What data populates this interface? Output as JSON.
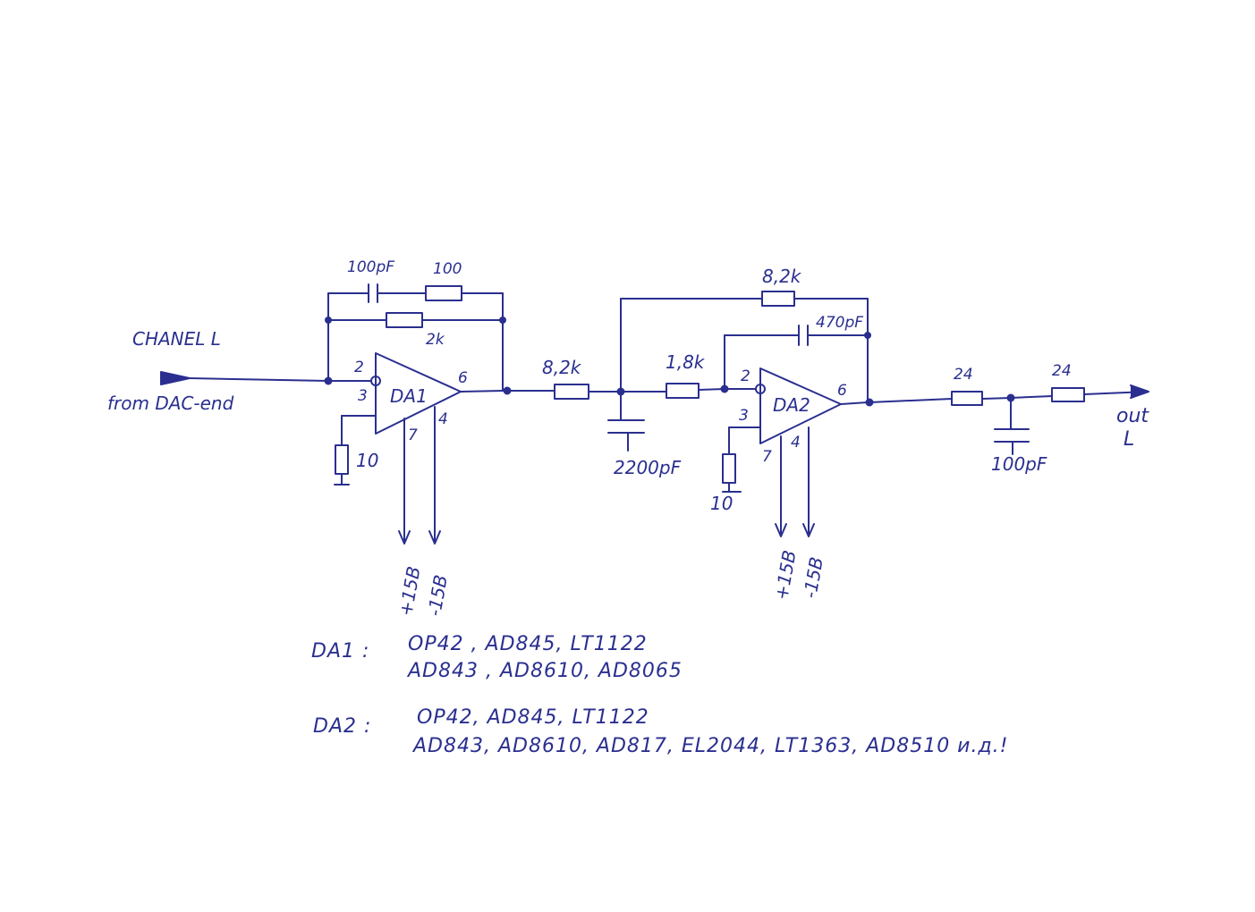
{
  "input": {
    "channel_label": "CHANEL L",
    "source_label": "from DAC-end"
  },
  "output": {
    "label_line1": "out",
    "label_line2": "L"
  },
  "stage1": {
    "opamp": "DA1",
    "pin_inv": "2",
    "pin_noninv": "3",
    "pin_out": "6",
    "pin_vplus": "7",
    "pin_vminus": "4",
    "feedback_cap": "100pF",
    "feedback_res_series": "100",
    "feedback_res": "2k",
    "ground_res": "10",
    "supply_plus": "+15B",
    "supply_minus": "-15B"
  },
  "interstage": {
    "series_res": "8,2k",
    "shunt_cap": "2200pF"
  },
  "stage2": {
    "opamp": "DA2",
    "pin_inv": "2",
    "pin_noninv": "3",
    "pin_out": "6",
    "pin_vplus": "7",
    "pin_vminus": "4",
    "input_res": "1,8k",
    "feedback_res": "8,2k",
    "feedback_cap": "470pF",
    "ground_res": "10",
    "supply_plus": "+15B",
    "supply_minus": "-15B"
  },
  "output_filter": {
    "res1": "24",
    "res2": "24",
    "cap": "100pF"
  },
  "notes": {
    "da1_label": "DA1 :",
    "da1_line1": "OP42 , AD845, LT1122",
    "da1_line2": "AD843 , AD8610, AD8065",
    "da2_label": "DA2   :",
    "da2_line1": "OP42, AD845, LT1122",
    "da2_line2": "AD843, AD8610, AD817, EL2044, LT1363, AD8510 и.д.!"
  }
}
